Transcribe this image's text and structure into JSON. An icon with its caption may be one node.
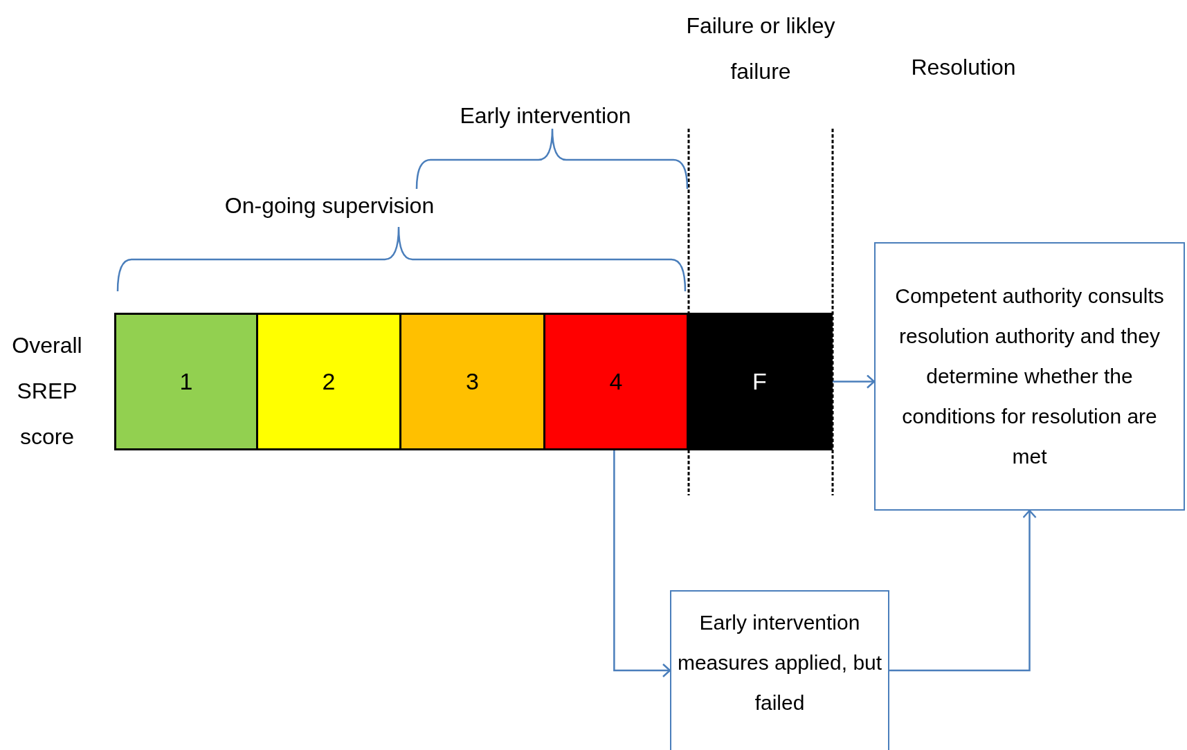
{
  "diagram": {
    "nodes": [
      {
        "text": [
          "1"
        ]
      },
      {
        "text": [
          "2"
        ]
      },
      {
        "text": [
          "3"
        ]
      },
      {
        "text": [
          "4"
        ]
      },
      {
        "text": [
          "F"
        ]
      },
      {
        "text": [
          "Competent authority consults resolution authority and they determine whether the conditions for resolution are met"
        ]
      },
      {
        "text": [
          "Early intervention measures applied, but failed"
        ]
      }
    ],
    "edges": [
      {
        "from": 4,
        "to": 5,
        "arrow": "to"
      },
      {
        "from": 3,
        "to": 6,
        "arrow": "to"
      },
      {
        "from": 6,
        "to": 5,
        "arrow": "to"
      }
    ],
    "labels": [
      "Failure or likley failure",
      "Resolution",
      "Early intervention",
      "On-going supervision",
      "Overall SREP score"
    ]
  }
}
